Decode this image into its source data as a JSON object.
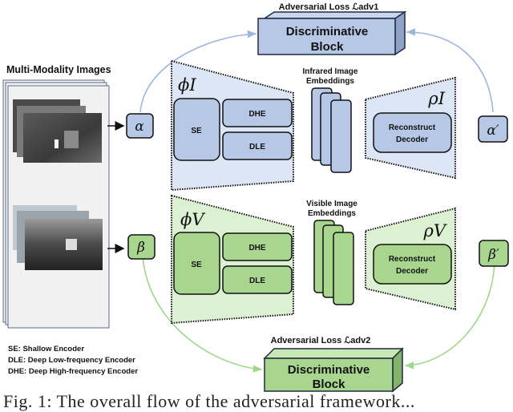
{
  "title": "Multi-Modality Images",
  "colors": {
    "infrared_fill": "#b7c8e6",
    "infrared_light": "#dde6f5",
    "infrared_line": "#9db6df",
    "visible_fill": "#a8d68f",
    "visible_light": "#dcf0d2",
    "visible_line": "#9fd88a",
    "stroke": "#111111",
    "cube_stroke": "#1f2a44"
  },
  "top": {
    "loss_label": "Adversarial Loss ℒadv1",
    "disc_line1": "Discriminative",
    "disc_line2": "Block",
    "input_symbol": "α",
    "output_symbol": "α′",
    "encoder_symbol": "ϕI",
    "decoder_symbol": "ρI",
    "se": "SE",
    "dhe": "DHE",
    "dle": "DLE",
    "emb_line1": "Infrared Image",
    "emb_line2": "Embeddings",
    "dec_line1": "Reconstruct",
    "dec_line2": "Decoder"
  },
  "bottom": {
    "loss_label": "Adversarial Loss ℒadv2",
    "disc_line1": "Discriminative",
    "disc_line2": "Block",
    "input_symbol": "β",
    "output_symbol": "β′",
    "encoder_symbol": "ϕV",
    "decoder_symbol": "ρV",
    "se": "SE",
    "dhe": "DHE",
    "dle": "DLE",
    "emb_line1": "Visible Image",
    "emb_line2": "Embeddings",
    "dec_line1": "Reconstruct",
    "dec_line2": "Decoder"
  },
  "legend": [
    "SE: Shallow Encoder",
    "DLE: Deep Low-frequency Encoder",
    "DHE: Deep High-frequency Encoder"
  ],
  "caption": "Fig. 1: The overall flow of the adversarial framework..."
}
